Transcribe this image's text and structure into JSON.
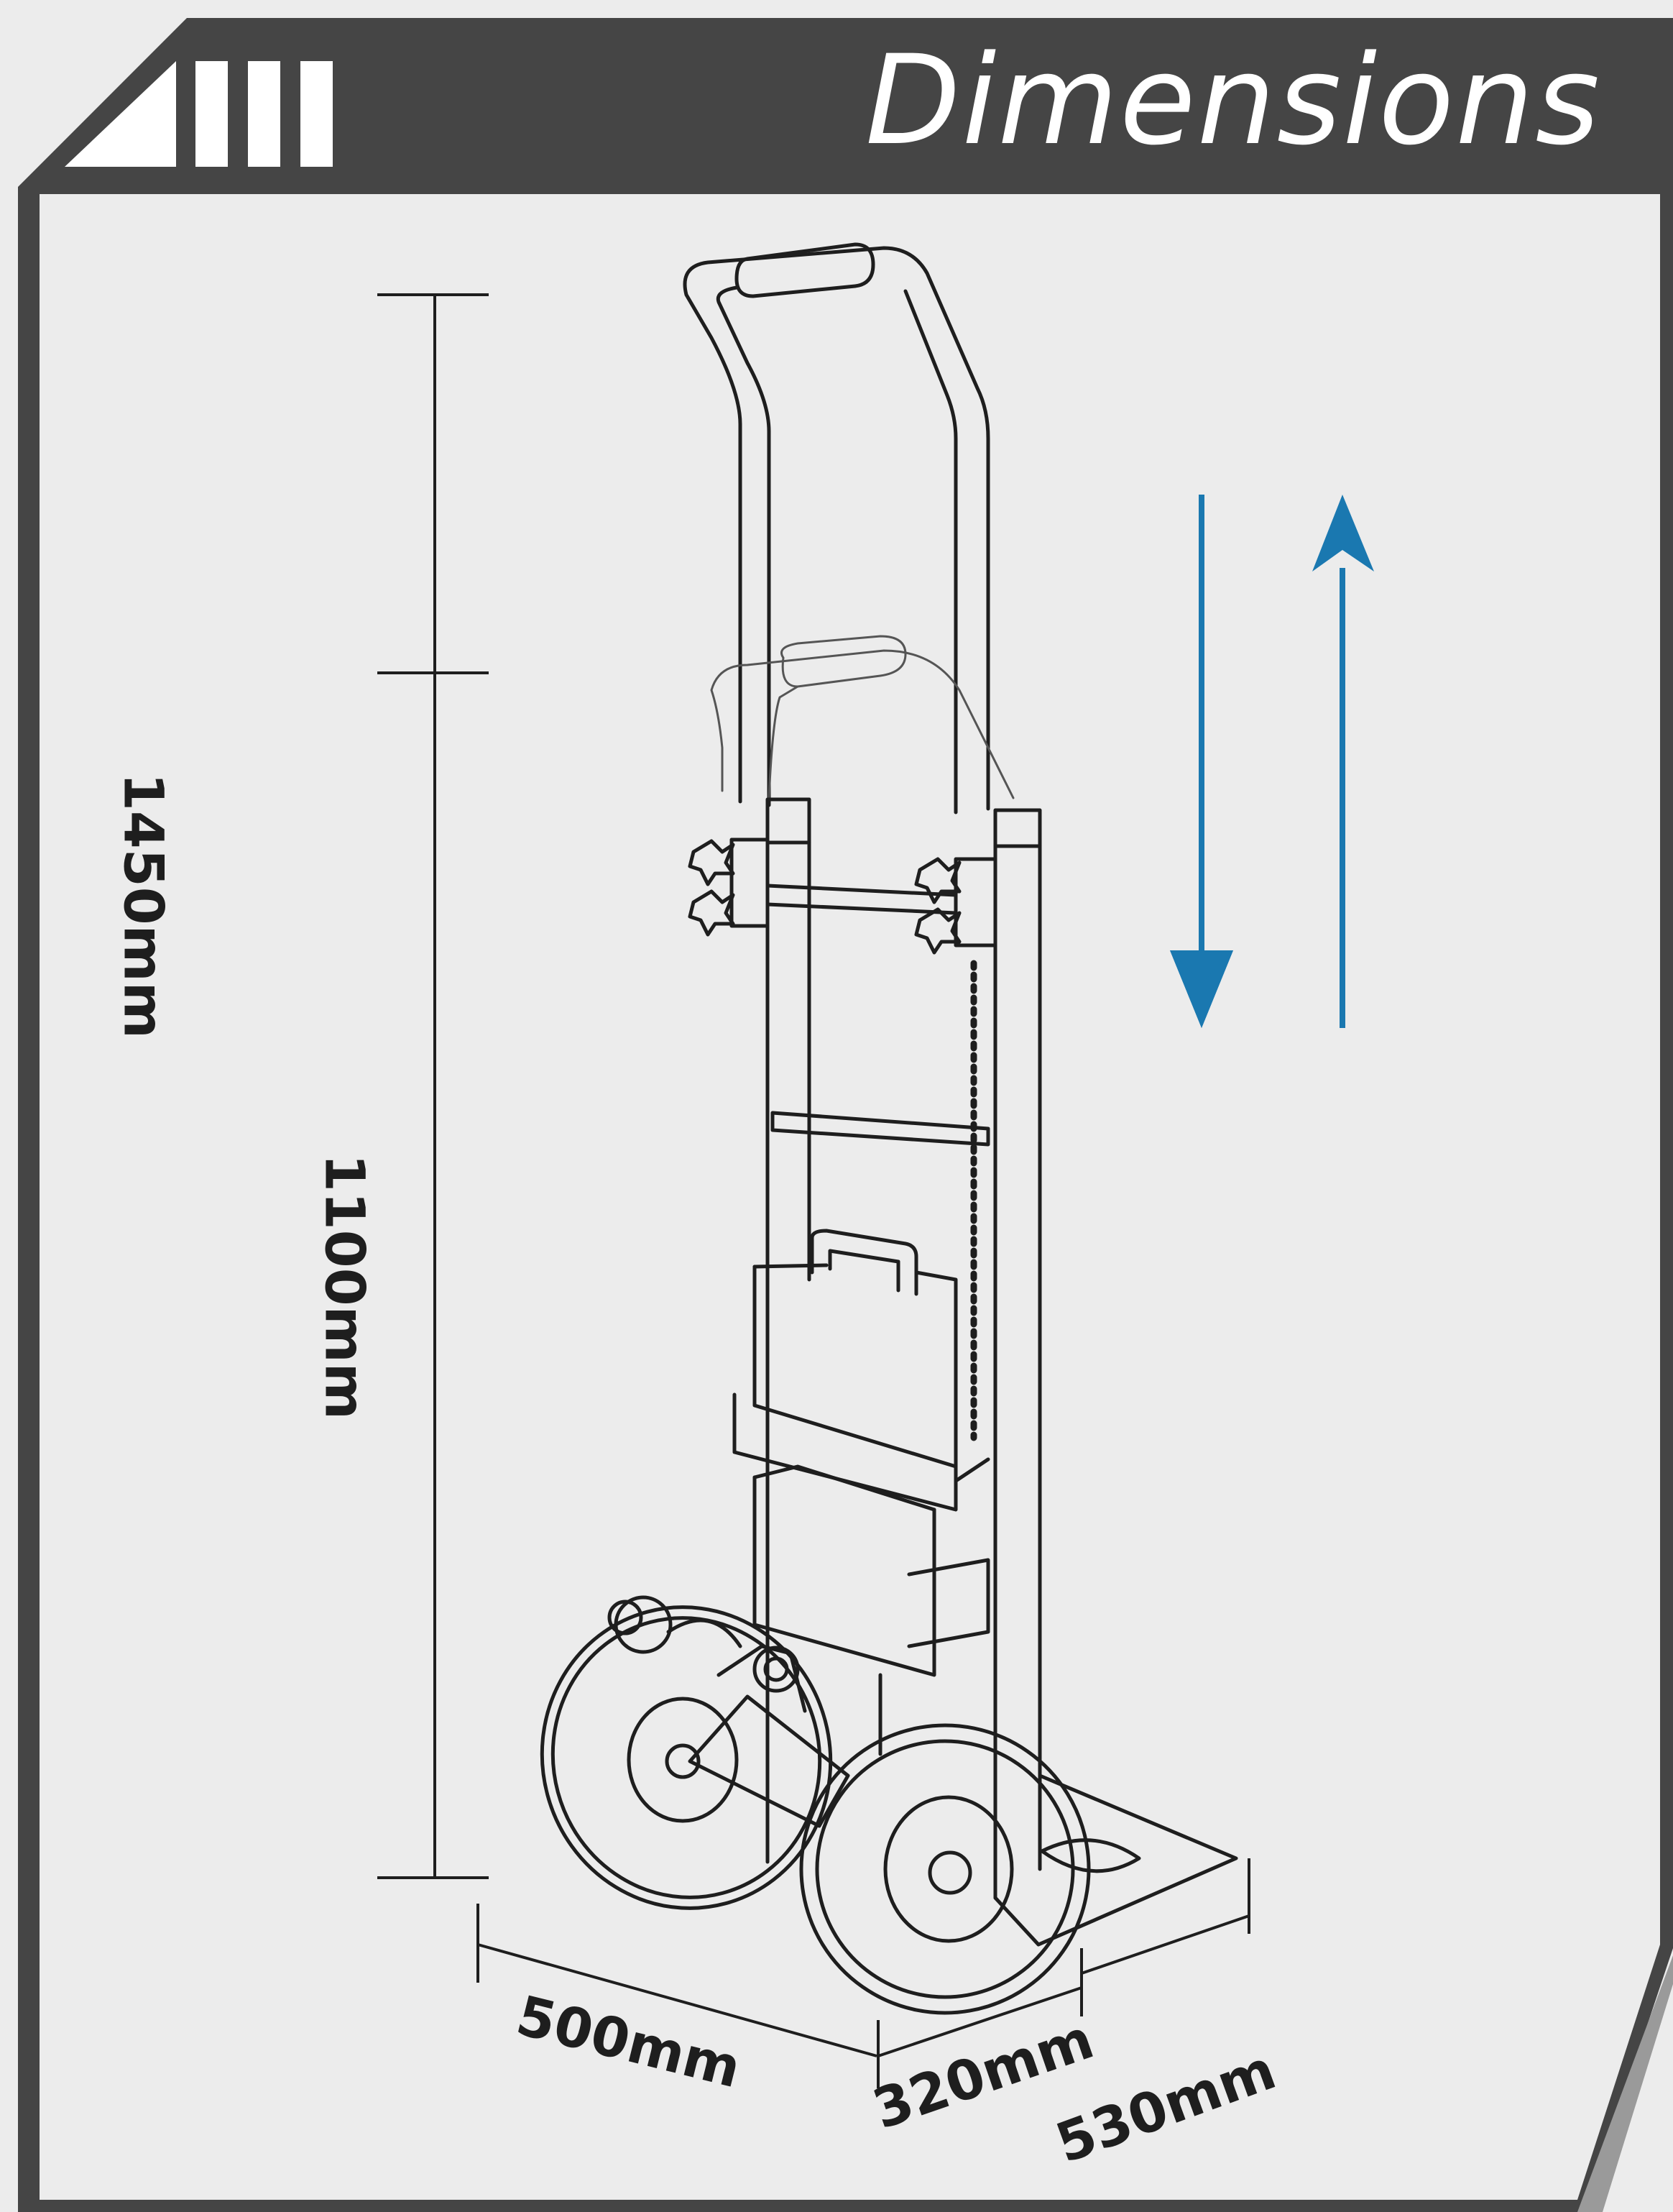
{
  "header": {
    "title": "Dimensions"
  },
  "dimensions": {
    "height_max": "1450mm",
    "height_min": "1100mm",
    "length": "500mm",
    "width": "320mm",
    "depth": "530mm"
  },
  "colors": {
    "frame": "#454545",
    "panel": "#ececec",
    "line": "#1e1e1e",
    "arrow": "#1a78b0",
    "title": "#ffffff"
  },
  "icons": [
    "logo-bars-icon",
    "arrow-down-icon",
    "arrow-up-icon"
  ]
}
